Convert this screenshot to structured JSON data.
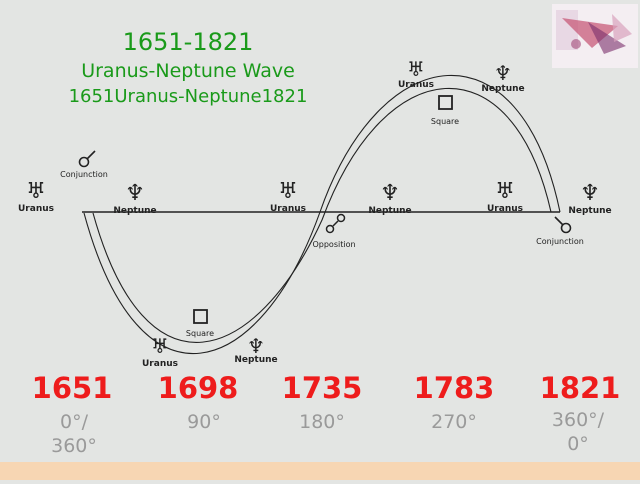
{
  "title": {
    "years": "1651-1821",
    "name": "Uranus-Neptune Wave",
    "sub": "1651Uranus-Neptune1821"
  },
  "planets": {
    "uranus": "Uranus",
    "neptune": "Neptune",
    "uranus_glyph": "♅",
    "neptune_glyph": "♆"
  },
  "aspects": {
    "conjunction": "Conjunction",
    "square": "Square",
    "opposition": "Opposition"
  },
  "timeline": [
    {
      "year": "1651",
      "deg1": "0°/",
      "deg2": "360°"
    },
    {
      "year": "1698",
      "deg1": "90°",
      "deg2": ""
    },
    {
      "year": "1735",
      "deg1": "180°",
      "deg2": ""
    },
    {
      "year": "1783",
      "deg1": "270°",
      "deg2": ""
    },
    {
      "year": "1821",
      "deg1": "360°/",
      "deg2": "0°"
    }
  ],
  "colors": {
    "background": "#e3e5e3",
    "title_green": "#1a9a1a",
    "year_red": "#ee1c1c",
    "degree_gray": "#9a9a9a",
    "line": "#222222",
    "bottom_band": "#f7d6b3"
  }
}
